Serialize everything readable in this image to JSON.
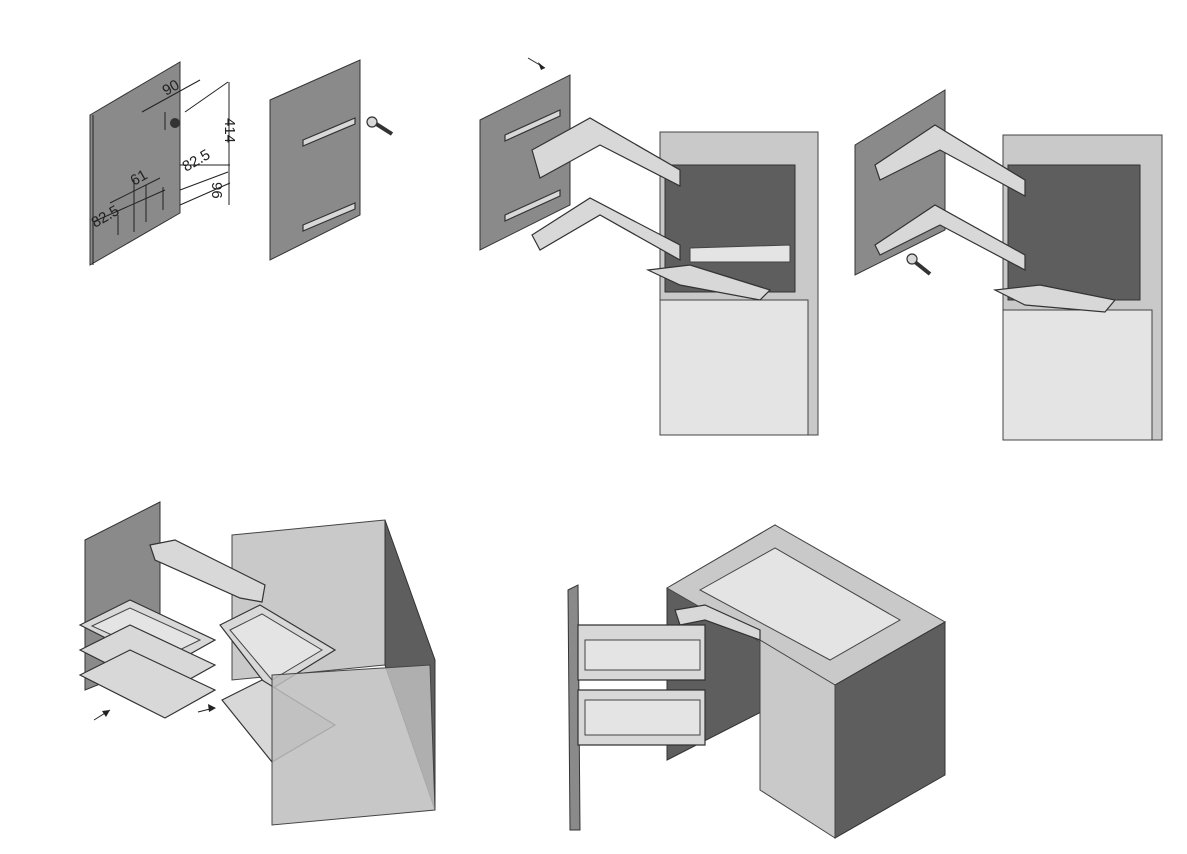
{
  "diagram": {
    "step1": {
      "dimensions": {
        "top_offset": "90",
        "vertical_spacing": "414",
        "right_offset": "82.5",
        "hole_spacing": "61",
        "left_offset": "82.5",
        "bottom_offset": "96"
      }
    },
    "colors": {
      "panel": "#8a8a8a",
      "cabinet_interior": "#5e5e5e",
      "metal": "#d8d8d8"
    }
  }
}
